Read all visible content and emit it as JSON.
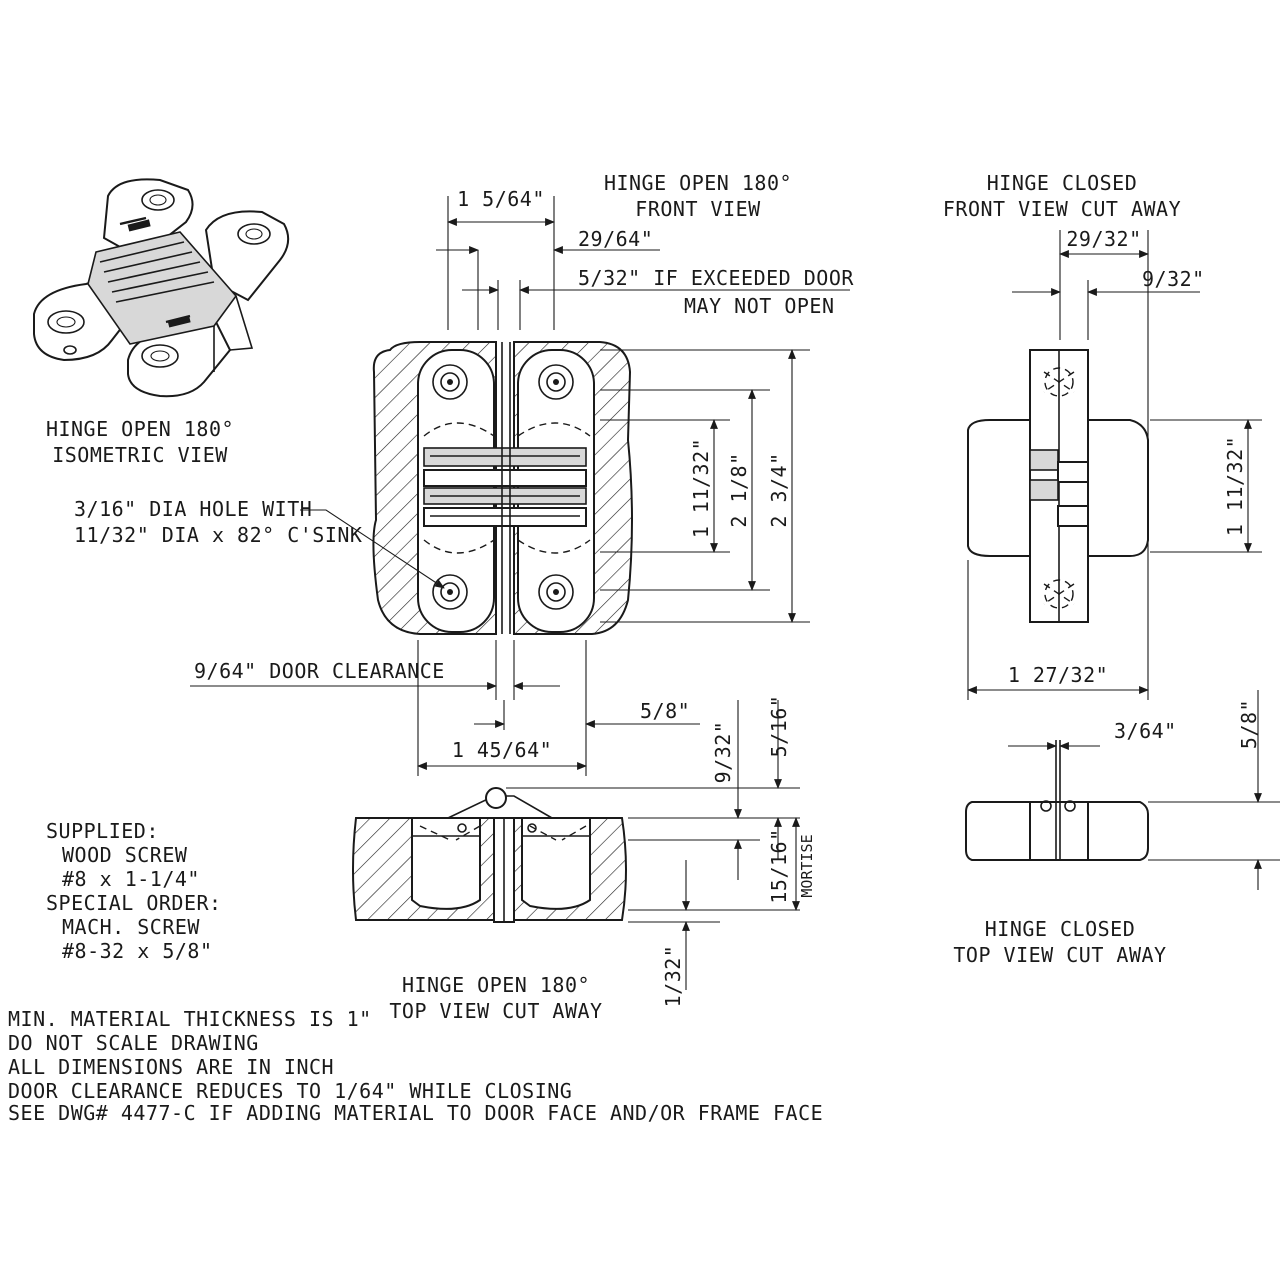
{
  "views": {
    "iso_title": [
      "HINGE OPEN 180°",
      "ISOMETRIC VIEW"
    ],
    "front_title": [
      "HINGE OPEN 180°",
      "FRONT VIEW"
    ],
    "closed_front_title": [
      "HINGE CLOSED",
      "FRONT VIEW CUT AWAY"
    ],
    "top_title": [
      "HINGE OPEN 180°",
      "TOP VIEW CUT AWAY"
    ],
    "closed_top_title": [
      "HINGE CLOSED",
      "TOP VIEW CUT AWAY"
    ]
  },
  "dimensions": {
    "d_1_5_64": "1 5/64\"",
    "d_29_64": "29/64\"",
    "d_5_32_note": [
      "5/32\" IF EXCEEDED DOOR",
      "MAY NOT OPEN"
    ],
    "d_1_11_32": "1 11/32\"",
    "d_2_1_8": "2 1/8\"",
    "d_2_3_4": "2 3/4\"",
    "d_door_clearance": "9/64\" DOOR CLEARANCE",
    "d_5_8": "5/8\"",
    "d_1_45_64": "1 45/64\"",
    "d_9_32": "9/32\"",
    "d_5_16": "5/16\"",
    "d_15_16": "15/16\"",
    "d_mortise": "MORTISE",
    "d_1_32": "1/32\"",
    "d_closed_29_32": "29/32\"",
    "d_closed_9_32": "9/32\"",
    "d_closed_1_11_32": "1 11/32\"",
    "d_closed_1_27_32": "1 27/32\"",
    "d_closed_3_64": "3/64\"",
    "d_closed_5_8": "5/8\""
  },
  "callouts": {
    "hole": [
      "3/16\" DIA HOLE WITH",
      "11/32\" DIA x 82° C'SINK"
    ],
    "screws": [
      "SUPPLIED:",
      "WOOD SCREW",
      "#8 x 1-1/4\"",
      "SPECIAL ORDER:",
      "MACH. SCREW",
      "#8-32 x 5/8\""
    ]
  },
  "notes": [
    "MIN. MATERIAL THICKNESS IS 1\"",
    "DO NOT SCALE DRAWING",
    "ALL DIMENSIONS ARE IN INCH",
    "DOOR CLEARANCE REDUCES TO 1/64\" WHILE CLOSING",
    "SEE DWG# 4477-C IF ADDING MATERIAL TO DOOR FACE AND/OR FRAME FACE"
  ]
}
